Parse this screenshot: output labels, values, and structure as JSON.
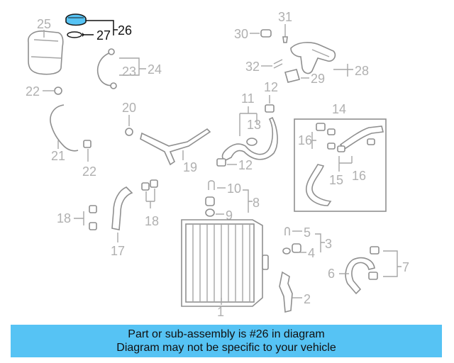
{
  "callouts": {
    "c25": "25",
    "c26": "26",
    "c27": "27",
    "c31": "31",
    "c30": "30",
    "c32": "32",
    "c28": "28",
    "c29": "29",
    "c23": "23",
    "c24": "24",
    "c22a": "22",
    "c22b": "22",
    "c21": "21",
    "c20": "20",
    "c19": "19",
    "c11": "11",
    "c12a": "12",
    "c12b": "12",
    "c13": "13",
    "c14": "14",
    "c16a": "16",
    "c16b": "16",
    "c15": "15",
    "c10": "10",
    "c8": "8",
    "c9": "9",
    "c18a": "18",
    "c18b": "18",
    "c17": "17",
    "c5": "5",
    "c3": "3",
    "c4": "4",
    "c7": "7",
    "c6": "6",
    "c2": "2",
    "c1": "1"
  },
  "highlighted_part": "26",
  "colors": {
    "banner": "#56c3f4",
    "highlight": "#56c3f4",
    "callout": "#b0b0b0"
  },
  "banner": {
    "line1": "Part or sub-assembly is #26 in diagram",
    "line2": "Diagram may not be specific to your vehicle"
  }
}
